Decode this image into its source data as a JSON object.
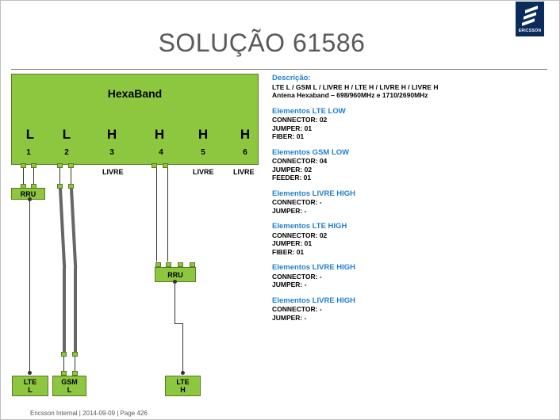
{
  "title": "SOLUÇÃO 61586",
  "logo": {
    "word": "ERICSSON"
  },
  "antenna": {
    "name": "HexaBand",
    "ports": [
      {
        "letter": "L",
        "number": "1"
      },
      {
        "letter": "L",
        "number": "2"
      },
      {
        "letter": "H",
        "number": "3"
      },
      {
        "letter": "H",
        "number": "4"
      },
      {
        "letter": "H",
        "number": "5"
      },
      {
        "letter": "H",
        "number": "6"
      }
    ],
    "livre_labels": [
      "LIVRE",
      "LIVRE",
      "LIVRE"
    ]
  },
  "rru": {
    "left": "RRU",
    "right": "RRU"
  },
  "units": {
    "lte_low": [
      "LTE",
      "L"
    ],
    "gsm_low": [
      "GSM",
      "L"
    ],
    "lte_high": [
      "LTE",
      "H"
    ]
  },
  "info": {
    "descricao_label": "Descrição:",
    "descricao_line1": "LTE L / GSM L / LIVRE H / LTE H / LIVRE H / LIVRE H",
    "descricao_line2": "Antena Hexaband – 698/960MHz  e  1710/2690MHz",
    "groups": [
      {
        "header": "Elementos LTE LOW",
        "lines": [
          "CONNECTOR: 02",
          "JUMPER: 01",
          "FIBER: 01"
        ]
      },
      {
        "header": "Elementos GSM LOW",
        "lines": [
          "CONNECTOR: 04",
          "JUMPER: 02",
          "FEEDER: 01"
        ]
      },
      {
        "header": "Elementos LIVRE HIGH",
        "lines": [
          "CONNECTOR: -",
          "JUMPER: -"
        ]
      },
      {
        "header": "Elementos LTE HIGH",
        "lines": [
          "CONNECTOR: 02",
          "JUMPER: 01",
          "FIBER: 01"
        ]
      },
      {
        "header": "Elementos LIVRE HIGH",
        "lines": [
          "CONNECTOR: -",
          "JUMPER: -"
        ]
      },
      {
        "header": "Elementos LIVRE HIGH",
        "lines": [
          "CONNECTOR: -",
          "JUMPER: -"
        ]
      }
    ]
  },
  "footer": "Ericsson Internal  |  2014-09-09  |  Page 426"
}
